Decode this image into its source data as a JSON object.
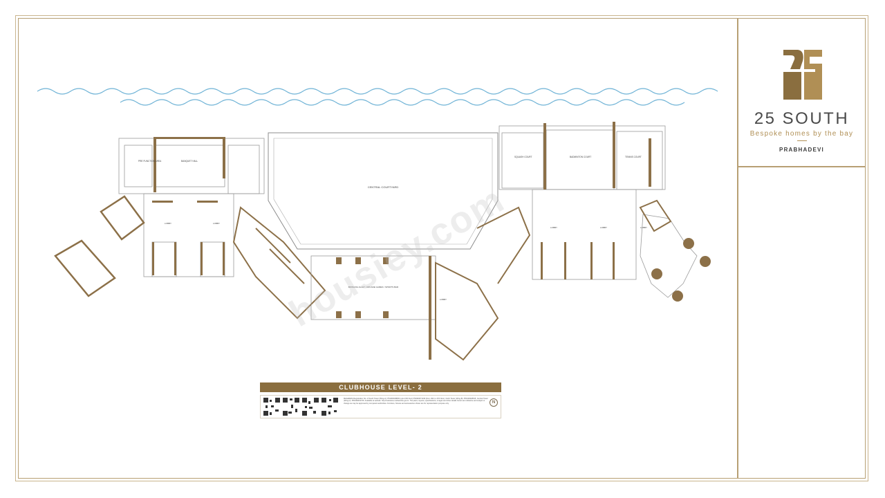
{
  "brand": {
    "name": "25 SOUTH",
    "tagline": "Bespoke homes by the bay",
    "location": "PRABHADEVI"
  },
  "plan": {
    "title": "CLUBHOUSE LEVEL- 2",
    "rooms": {
      "courtyard": "CENTRAL COURTYARD",
      "banquet": "BANQUET HALL",
      "pre_function": "PRE FUNCTION AREA",
      "squash": "SQUASH COURT",
      "badminton": "BADMINTON COURT",
      "tennis": "TENNIS COURT",
      "bowling": "BOWLING ALLEY / ARCADE GAMES / SPORTS BAR",
      "lobby_1": "LOBBY",
      "lobby_2": "LOBBY",
      "lobby_3": "LOBBY",
      "lobby_4": "LOBBY",
      "lobby_5": "LOBBY",
      "lobby_6": "LOBBY"
    }
  },
  "disclaimer": "MahaRERA Registration No. of South Tower (Wing-A): P51900028845 (upto 15th floor) P51900071349 (from 16th to 47th floor). North Tower (Wing-B): P51900028915, Central Tower (Wing-C): P51900031726. Available at website: http://maharera.mahaonline.gov.in. The plans, layouts, specifications, images and other details herein are indicative and subject to change as may be approved by competent authorities. Furniture, fixtures and accessories shown are for representation purpose only.",
  "north_label": "N",
  "watermark": "housiey.com",
  "colors": {
    "accent": "#8a6e3f",
    "frame": "#b79f73",
    "water": "#6fb3d6",
    "wall": "#8c7048"
  }
}
